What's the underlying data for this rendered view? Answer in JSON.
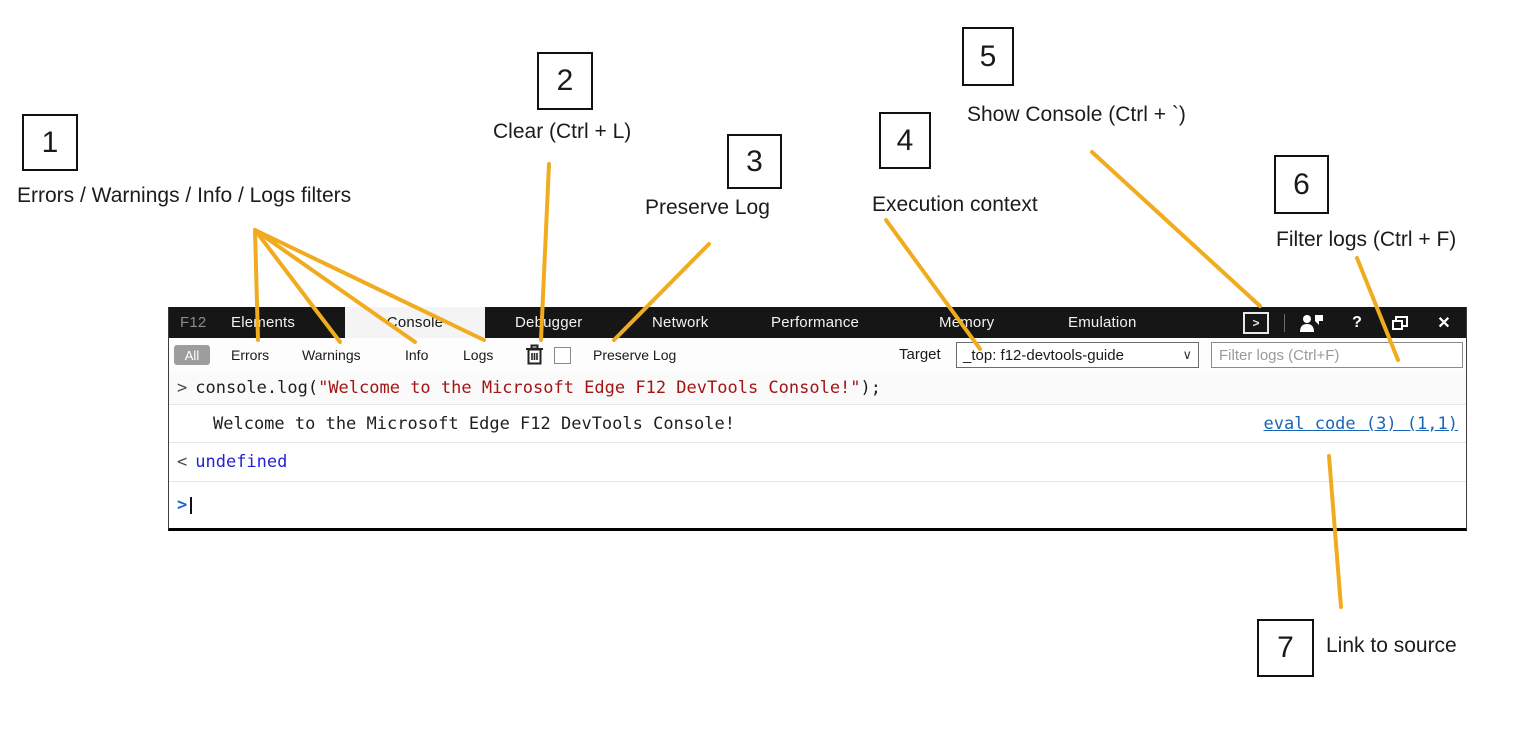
{
  "colors": {
    "accent": "#F0AC1E",
    "string_red": "#A31515",
    "link_blue": "#1A66B5",
    "value_blue": "#2323D1",
    "prompt_blue": "#2264CF"
  },
  "devtools": {
    "tabs": [
      "F12",
      "Elements",
      "Console",
      "Debugger",
      "Network",
      "Performance",
      "Memory",
      "Emulation"
    ],
    "active_tab": "Console",
    "titlebar_icons": {
      "show_console_glyph": ">",
      "help": "?",
      "close": "✕"
    },
    "toolbar": {
      "all_filter": "All",
      "filters": [
        "Errors",
        "Warnings",
        "Info",
        "Logs"
      ],
      "preserve_log": "Preserve Log",
      "target_label": "Target",
      "target_value": "_top: f12-devtools-guide",
      "dropdown_chevron": "∨",
      "filter_placeholder": "Filter logs (Ctrl+F)"
    },
    "console": {
      "command_prefix": ">",
      "command_code": "console.log(",
      "command_string": "\"Welcome to the Microsoft Edge F12 DevTools Console!\"",
      "command_suffix": ");",
      "log_output": "Welcome to the Microsoft Edge F12 DevTools Console!",
      "source_link": "eval code (3) (1,1)",
      "result_prefix": "<",
      "result_value": "undefined",
      "prompt_glyph": ">"
    }
  },
  "annotations": [
    {
      "number": "1",
      "label": "Errors / Warnings / Info / Logs filters"
    },
    {
      "number": "2",
      "label": "Clear (Ctrl + L)"
    },
    {
      "number": "3",
      "label": "Preserve Log"
    },
    {
      "number": "4",
      "label": "Execution context"
    },
    {
      "number": "5",
      "label": "Show Console (Ctrl + `)"
    },
    {
      "number": "6",
      "label": "Filter logs (Ctrl + F)"
    },
    {
      "number": "7",
      "label": "Link to source"
    }
  ]
}
